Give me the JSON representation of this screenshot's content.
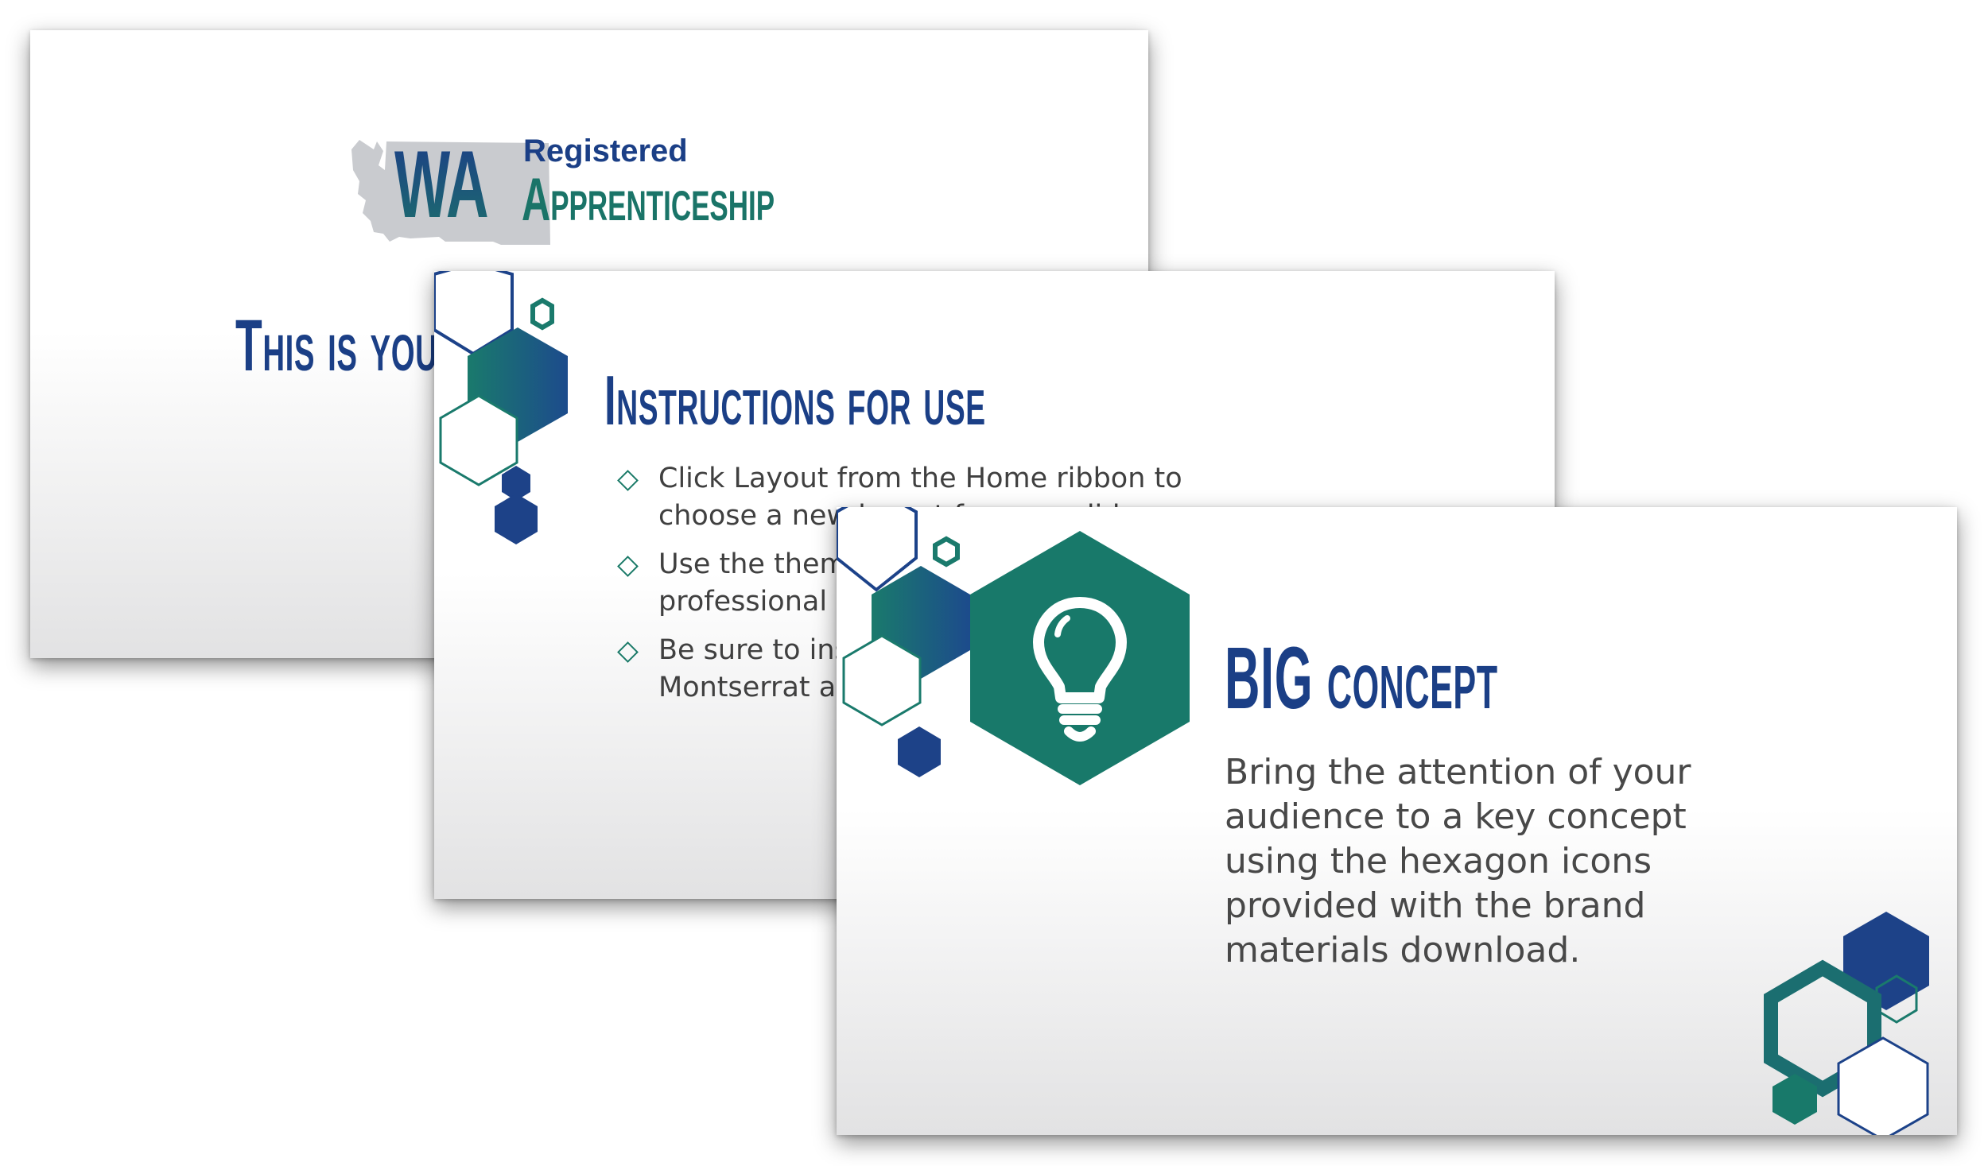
{
  "colors": {
    "navy": "#1b3f86",
    "teal": "#18796a",
    "gray_text": "#404040",
    "logo_gray": "#c9cbcf"
  },
  "title_slide": {
    "logo": {
      "wa": "WA",
      "registered": "Registered",
      "apprenticeship": "Apprenticeship",
      "map_icon": "washington-state-map-icon"
    },
    "heading": "This is your"
  },
  "instructions_slide": {
    "heading": "Instructions for use",
    "bullet_icon": "diamond-outline-icon",
    "bullets": [
      {
        "line1": "Click Layout from the Home ribbon to",
        "line2": "choose a new layout for your slide."
      },
      {
        "line1": "Use the theme colors to keep a",
        "line2": "professional look."
      },
      {
        "line1": "Be sure to install the fonts",
        "line2": "Montserrat and League Gothic."
      }
    ]
  },
  "concept_slide": {
    "icon": "lightbulb-icon",
    "heading": "BIG concept",
    "body_lines": [
      "Bring the attention of your",
      "audience to a key concept",
      "using the hexagon icons",
      "provided with the brand",
      "materials download."
    ]
  }
}
